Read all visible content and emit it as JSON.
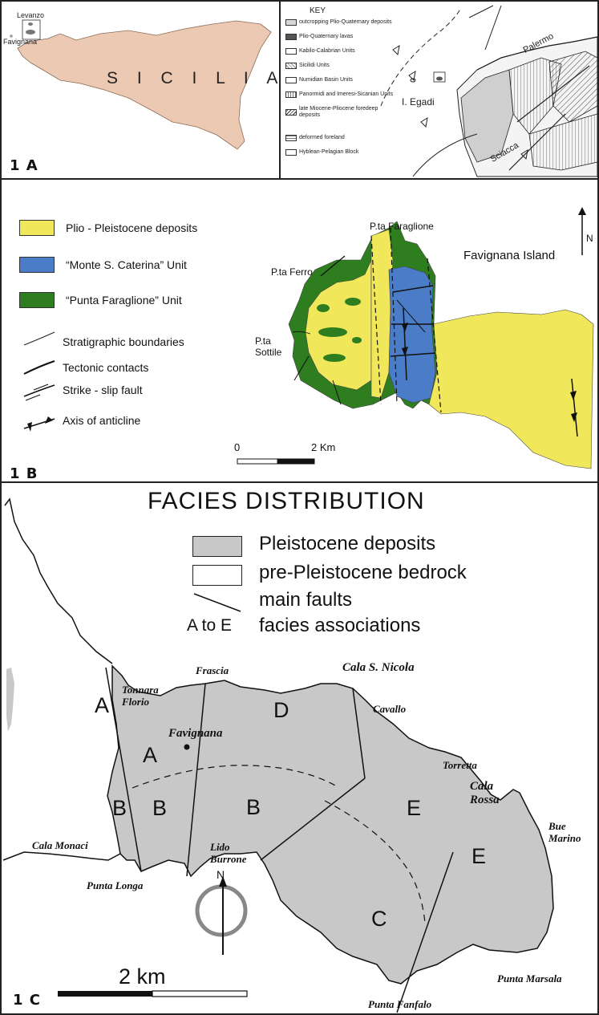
{
  "panel_1a": {
    "label": "1 A",
    "sicily_name": "S I C I L I A",
    "islands": [
      "Levanzo",
      "Favignana"
    ],
    "key_title": "KEY",
    "key_items": [
      {
        "label": "outcropping Plio-Quaternary deposits",
        "color": "#d9d9d9"
      },
      {
        "label": "Plio-Quaternary lavas",
        "color": "#555555"
      },
      {
        "label": "Kabilo-Calabrian Units",
        "color": "#ffffff"
      },
      {
        "label": "Sicilidi Units",
        "color": "#f0f0f0"
      },
      {
        "label": "Numidian Basin Units",
        "color": "#ffffff"
      },
      {
        "label": "Panormidi and Imeresi-Sicanian Units",
        "color": "#e8e8e8"
      },
      {
        "label": "late Miocene-Pliocene foredeep deposits",
        "color": "#bbbbbb"
      },
      {
        "label": "deformed foreland",
        "color": "#cfcfcf"
      },
      {
        "label": "Hyblean-Pelagian Block",
        "color": "#ffffff"
      }
    ],
    "map_labels": [
      "Palermo",
      "I. Egadi",
      "Sciacca"
    ],
    "sicily_color": "#ecc9b3"
  },
  "panel_1b": {
    "label": "1 B",
    "legend": [
      {
        "label": "Plio - Pleistocene deposits",
        "color": "#f0e85a"
      },
      {
        "label": "“Monte S. Caterina” Unit",
        "color": "#4a7cc8"
      },
      {
        "label": "“Punta Faraglione” Unit",
        "color": "#2e7d1f"
      },
      {
        "label": "Stratigraphic boundaries"
      },
      {
        "label": "Tectonic contacts"
      },
      {
        "label": "Strike - slip fault"
      },
      {
        "label": "Axis of anticline"
      }
    ],
    "map_labels": [
      "P.ta Faraglione",
      "Favignana Island",
      "P.ta Ferro",
      "P.ta",
      "Sottile"
    ],
    "north": "N",
    "scale": {
      "start": "0",
      "end": "2 Km"
    }
  },
  "panel_1c": {
    "label": "1 C",
    "title": "FACIES DISTRIBUTION",
    "legend": [
      {
        "symbol": "",
        "label": "Pleistocene deposits",
        "color": "#c8c8c8"
      },
      {
        "symbol": "",
        "label": "pre-Pleistocene bedrock",
        "color": "#ffffff"
      },
      {
        "symbol": "",
        "label": "main faults"
      },
      {
        "symbol": "A to E",
        "label": "facies associations"
      }
    ],
    "places": {
      "tonnara": [
        "Tonnara",
        "Florio"
      ],
      "frascia": "Frascia",
      "cala_s_nicola": "Cala S. Nicola",
      "favignana": "Favignana",
      "cavallo": "Cavallo",
      "torretta": "Torretta",
      "cala_rossa": [
        "Cala",
        "Rossa"
      ],
      "bue_marino": [
        "Bue",
        "Marino"
      ],
      "cala_monaci": "Cala Monaci",
      "lido_burrone": [
        "Lido",
        "Burrone"
      ],
      "punta_longa": "Punta Longa",
      "punta_marsala": "Punta Marsala",
      "punta_fanfalo": "Punta Fanfalo"
    },
    "facies": {
      "a1": "A",
      "a2": "A",
      "b1": "B",
      "b2": "B",
      "b3": "B",
      "c": "C",
      "d": "D",
      "e1": "E",
      "e2": "E"
    },
    "north": "N",
    "scale": "2 km",
    "deposit_color": "#c8c8c8"
  }
}
